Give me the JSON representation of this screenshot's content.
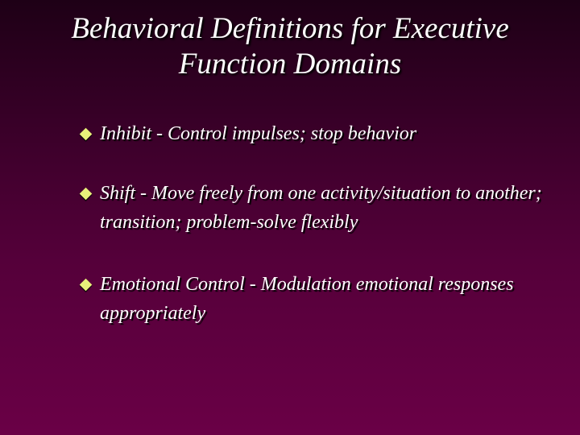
{
  "slide": {
    "title_line1": "Behavioral Definitions for Executive",
    "title_line2": "Function Domains",
    "bullets": [
      {
        "text": "Inhibit - Control impulses; stop behavior"
      },
      {
        "text": "Shift - Move freely from one activity/situation to another; transition; problem-solve flexibly"
      },
      {
        "text": "Emotional Control - Modulation emotional responses appropriately"
      }
    ],
    "bullet_icon": "diamond-icon",
    "colors": {
      "bullet": "#e8f07a",
      "text": "#ffffff",
      "bg_top": "#1e0016",
      "bg_bottom": "#6a0046"
    }
  }
}
